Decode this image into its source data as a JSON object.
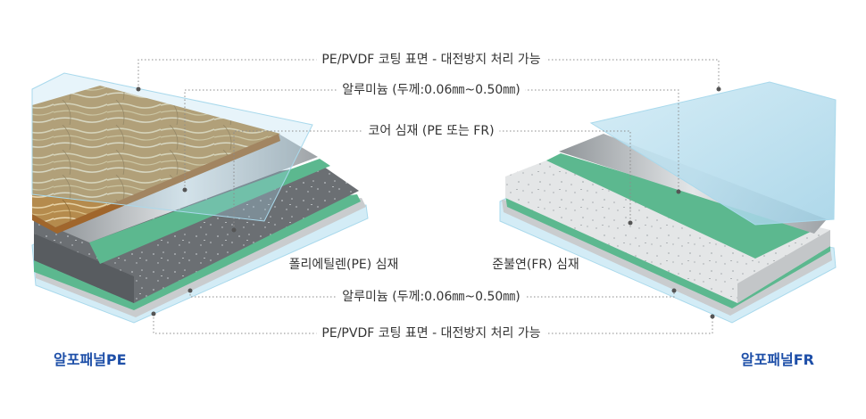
{
  "colors": {
    "accent": "#1e4fa8",
    "coating": "#a9d9ec",
    "aluminum": "#b8bcc0",
    "pe_core": "#6b6f73",
    "fr_core": "#e4e6e7",
    "green_film": "#5cb88f",
    "wood": "#b58b4d"
  },
  "callouts": {
    "top_coating": "PE/PVDF 코팅 표면 - 대전방지 처리 가능",
    "top_aluminum": "알루미늄 (두께:0.06㎜~0.50㎜)",
    "core": "코어 심재 (PE 또는 FR)",
    "bottom_aluminum": "알루미늄 (두께:0.06㎜~0.50㎜)",
    "bottom_coating": "PE/PVDF 코팅 표면 - 대전방지 처리 가능"
  },
  "core_labels": {
    "pe": "폴리에틸렌(PE) 심재",
    "fr": "준불연(FR) 심재"
  },
  "products": {
    "left": "알포패널PE",
    "right": "알포패널FR"
  }
}
